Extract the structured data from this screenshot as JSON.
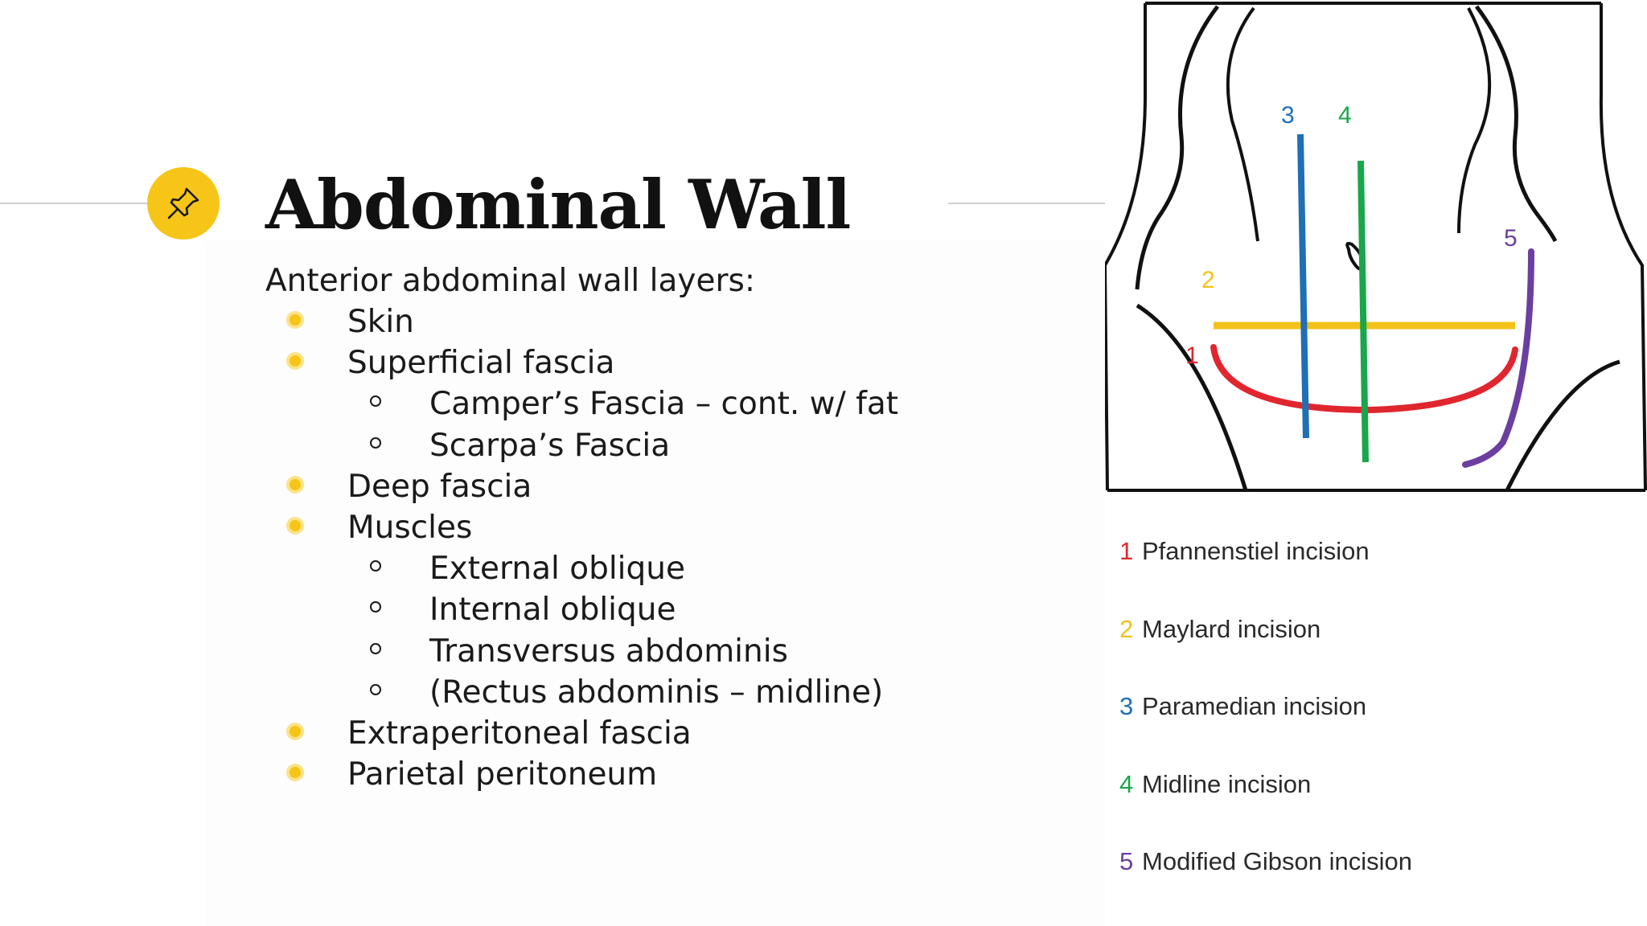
{
  "slide": {
    "title": "Abdominal Wall",
    "pin_icon": "pushpin-icon",
    "accent_color": "#f6c518",
    "intro": "Anterior abdominal wall layers:",
    "layers": [
      {
        "level": 1,
        "text": "Skin"
      },
      {
        "level": 1,
        "text": "Superficial fascia"
      },
      {
        "level": 2,
        "text": "Camper’s Fascia – cont. w/ fat"
      },
      {
        "level": 2,
        "text": "Scarpa’s Fascia"
      },
      {
        "level": 1,
        "text": "Deep fascia"
      },
      {
        "level": 1,
        "text": " Muscles"
      },
      {
        "level": 2,
        "text": "External oblique"
      },
      {
        "level": 2,
        "text": "Internal oblique"
      },
      {
        "level": 2,
        "text": "Transversus abdominis"
      },
      {
        "level": 2,
        "text": "(Rectus abdominis – midline)"
      },
      {
        "level": 1,
        "text": "Extraperitoneal fascia"
      },
      {
        "level": 1,
        "text": "Parietal peritoneum"
      }
    ]
  },
  "figure": {
    "incisions": [
      {
        "number": "1",
        "label": "Pfannenstiel incision",
        "color": "#e0262e"
      },
      {
        "number": "2",
        "label": "Maylard incision",
        "color": "#f3c21a"
      },
      {
        "number": "3",
        "label": "Paramedian incision",
        "color": "#1f6fb5"
      },
      {
        "number": "4",
        "label": "Midline incision",
        "color": "#1aa64a"
      },
      {
        "number": "5",
        "label": "Modified Gibson incision",
        "color": "#6b3fa0"
      }
    ]
  }
}
